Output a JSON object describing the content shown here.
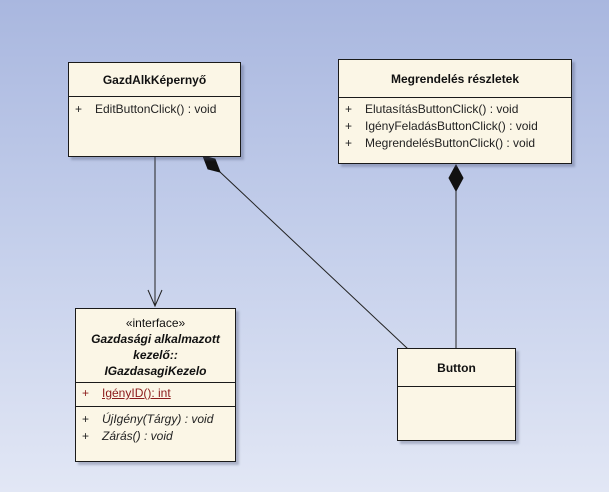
{
  "classes": {
    "gazd": {
      "name": "GazdAlkKépernyő",
      "operations": [
        {
          "vis": "+",
          "sig": "EditButtonClick() : void"
        }
      ]
    },
    "megrendeles": {
      "name": "Megrendelés részletek",
      "operations": [
        {
          "vis": "+",
          "sig": "ElutasításButtonClick() : void"
        },
        {
          "vis": "+",
          "sig": "IgényFeladásButtonClick() : void"
        },
        {
          "vis": "+",
          "sig": "MegrendelésButtonClick() : void"
        }
      ]
    },
    "interface": {
      "stereotype": "«interface»",
      "name_line1": "Gazdasági alkalmazott",
      "name_line2": "kezelő::",
      "name_line3": "IGazdasagiKezelo",
      "attributes": [
        {
          "vis": "+",
          "sig": "IgényID():  int"
        }
      ],
      "operations": [
        {
          "vis": "+",
          "sig": "ÚjIgény(Tárgy) : void"
        },
        {
          "vis": "+",
          "sig": "Zárás() : void"
        }
      ]
    },
    "button": {
      "name": "Button"
    }
  },
  "colors": {
    "background_top": "#a9b7df",
    "background_bottom": "#e2e7f5",
    "box_fill": "#fbf6e6",
    "attribute_text": "#8b1a1a"
  }
}
